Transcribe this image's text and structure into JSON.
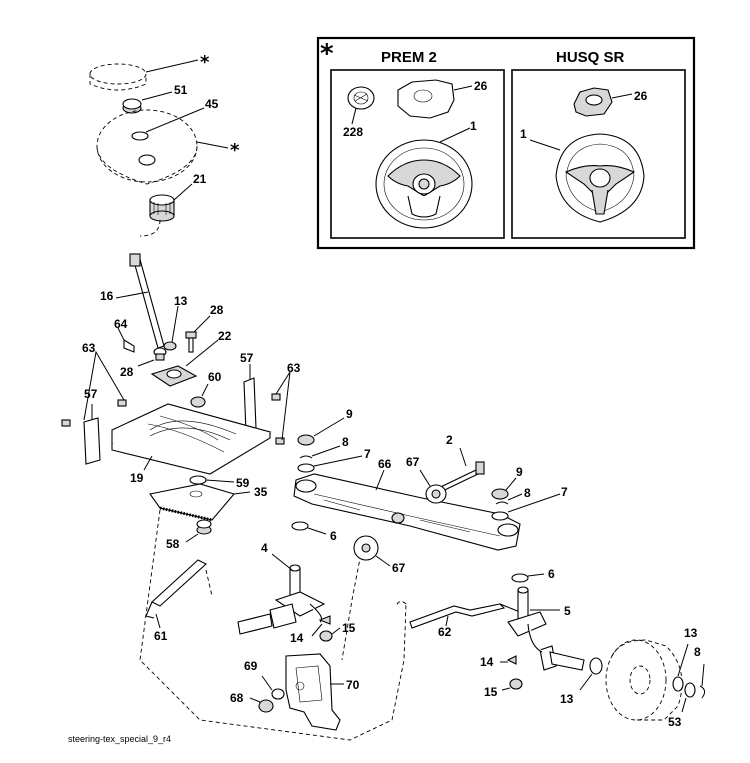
{
  "diagram": {
    "caption": "steering-tex_special_9_r4",
    "inset": {
      "marker": "*",
      "panels": [
        {
          "title": "PREM 2",
          "labels": [
            "26",
            "228",
            "1"
          ]
        },
        {
          "title": "HUSQ SR",
          "labels": [
            "26",
            "1"
          ]
        }
      ]
    },
    "callouts": [
      {
        "id": "star-1",
        "text": "*"
      },
      {
        "id": "star-2",
        "text": "*"
      },
      {
        "id": "51",
        "text": "51"
      },
      {
        "id": "45",
        "text": "45"
      },
      {
        "id": "21",
        "text": "21"
      },
      {
        "id": "16",
        "text": "16"
      },
      {
        "id": "13a",
        "text": "13"
      },
      {
        "id": "28a",
        "text": "28"
      },
      {
        "id": "64",
        "text": "64"
      },
      {
        "id": "22",
        "text": "22"
      },
      {
        "id": "28b",
        "text": "28"
      },
      {
        "id": "63a",
        "text": "63"
      },
      {
        "id": "57a",
        "text": "57"
      },
      {
        "id": "63b",
        "text": "63"
      },
      {
        "id": "60",
        "text": "60"
      },
      {
        "id": "57b",
        "text": "57"
      },
      {
        "id": "19",
        "text": "19"
      },
      {
        "id": "59",
        "text": "59"
      },
      {
        "id": "35",
        "text": "35"
      },
      {
        "id": "58",
        "text": "58"
      },
      {
        "id": "61",
        "text": "61"
      },
      {
        "id": "9a",
        "text": "9"
      },
      {
        "id": "8a",
        "text": "8"
      },
      {
        "id": "7a",
        "text": "7"
      },
      {
        "id": "66",
        "text": "66"
      },
      {
        "id": "2",
        "text": "2"
      },
      {
        "id": "67a",
        "text": "67"
      },
      {
        "id": "9b",
        "text": "9"
      },
      {
        "id": "8b",
        "text": "8"
      },
      {
        "id": "7b",
        "text": "7"
      },
      {
        "id": "6a",
        "text": "6"
      },
      {
        "id": "4",
        "text": "4"
      },
      {
        "id": "67b",
        "text": "67"
      },
      {
        "id": "6b",
        "text": "6"
      },
      {
        "id": "5",
        "text": "5"
      },
      {
        "id": "62",
        "text": "62"
      },
      {
        "id": "14a",
        "text": "14"
      },
      {
        "id": "15a",
        "text": "15"
      },
      {
        "id": "69",
        "text": "69"
      },
      {
        "id": "70",
        "text": "70"
      },
      {
        "id": "68",
        "text": "68"
      },
      {
        "id": "14b",
        "text": "14"
      },
      {
        "id": "15b",
        "text": "15"
      },
      {
        "id": "13b",
        "text": "13"
      },
      {
        "id": "13c",
        "text": "13"
      },
      {
        "id": "8c",
        "text": "8"
      },
      {
        "id": "53",
        "text": "53"
      }
    ]
  }
}
